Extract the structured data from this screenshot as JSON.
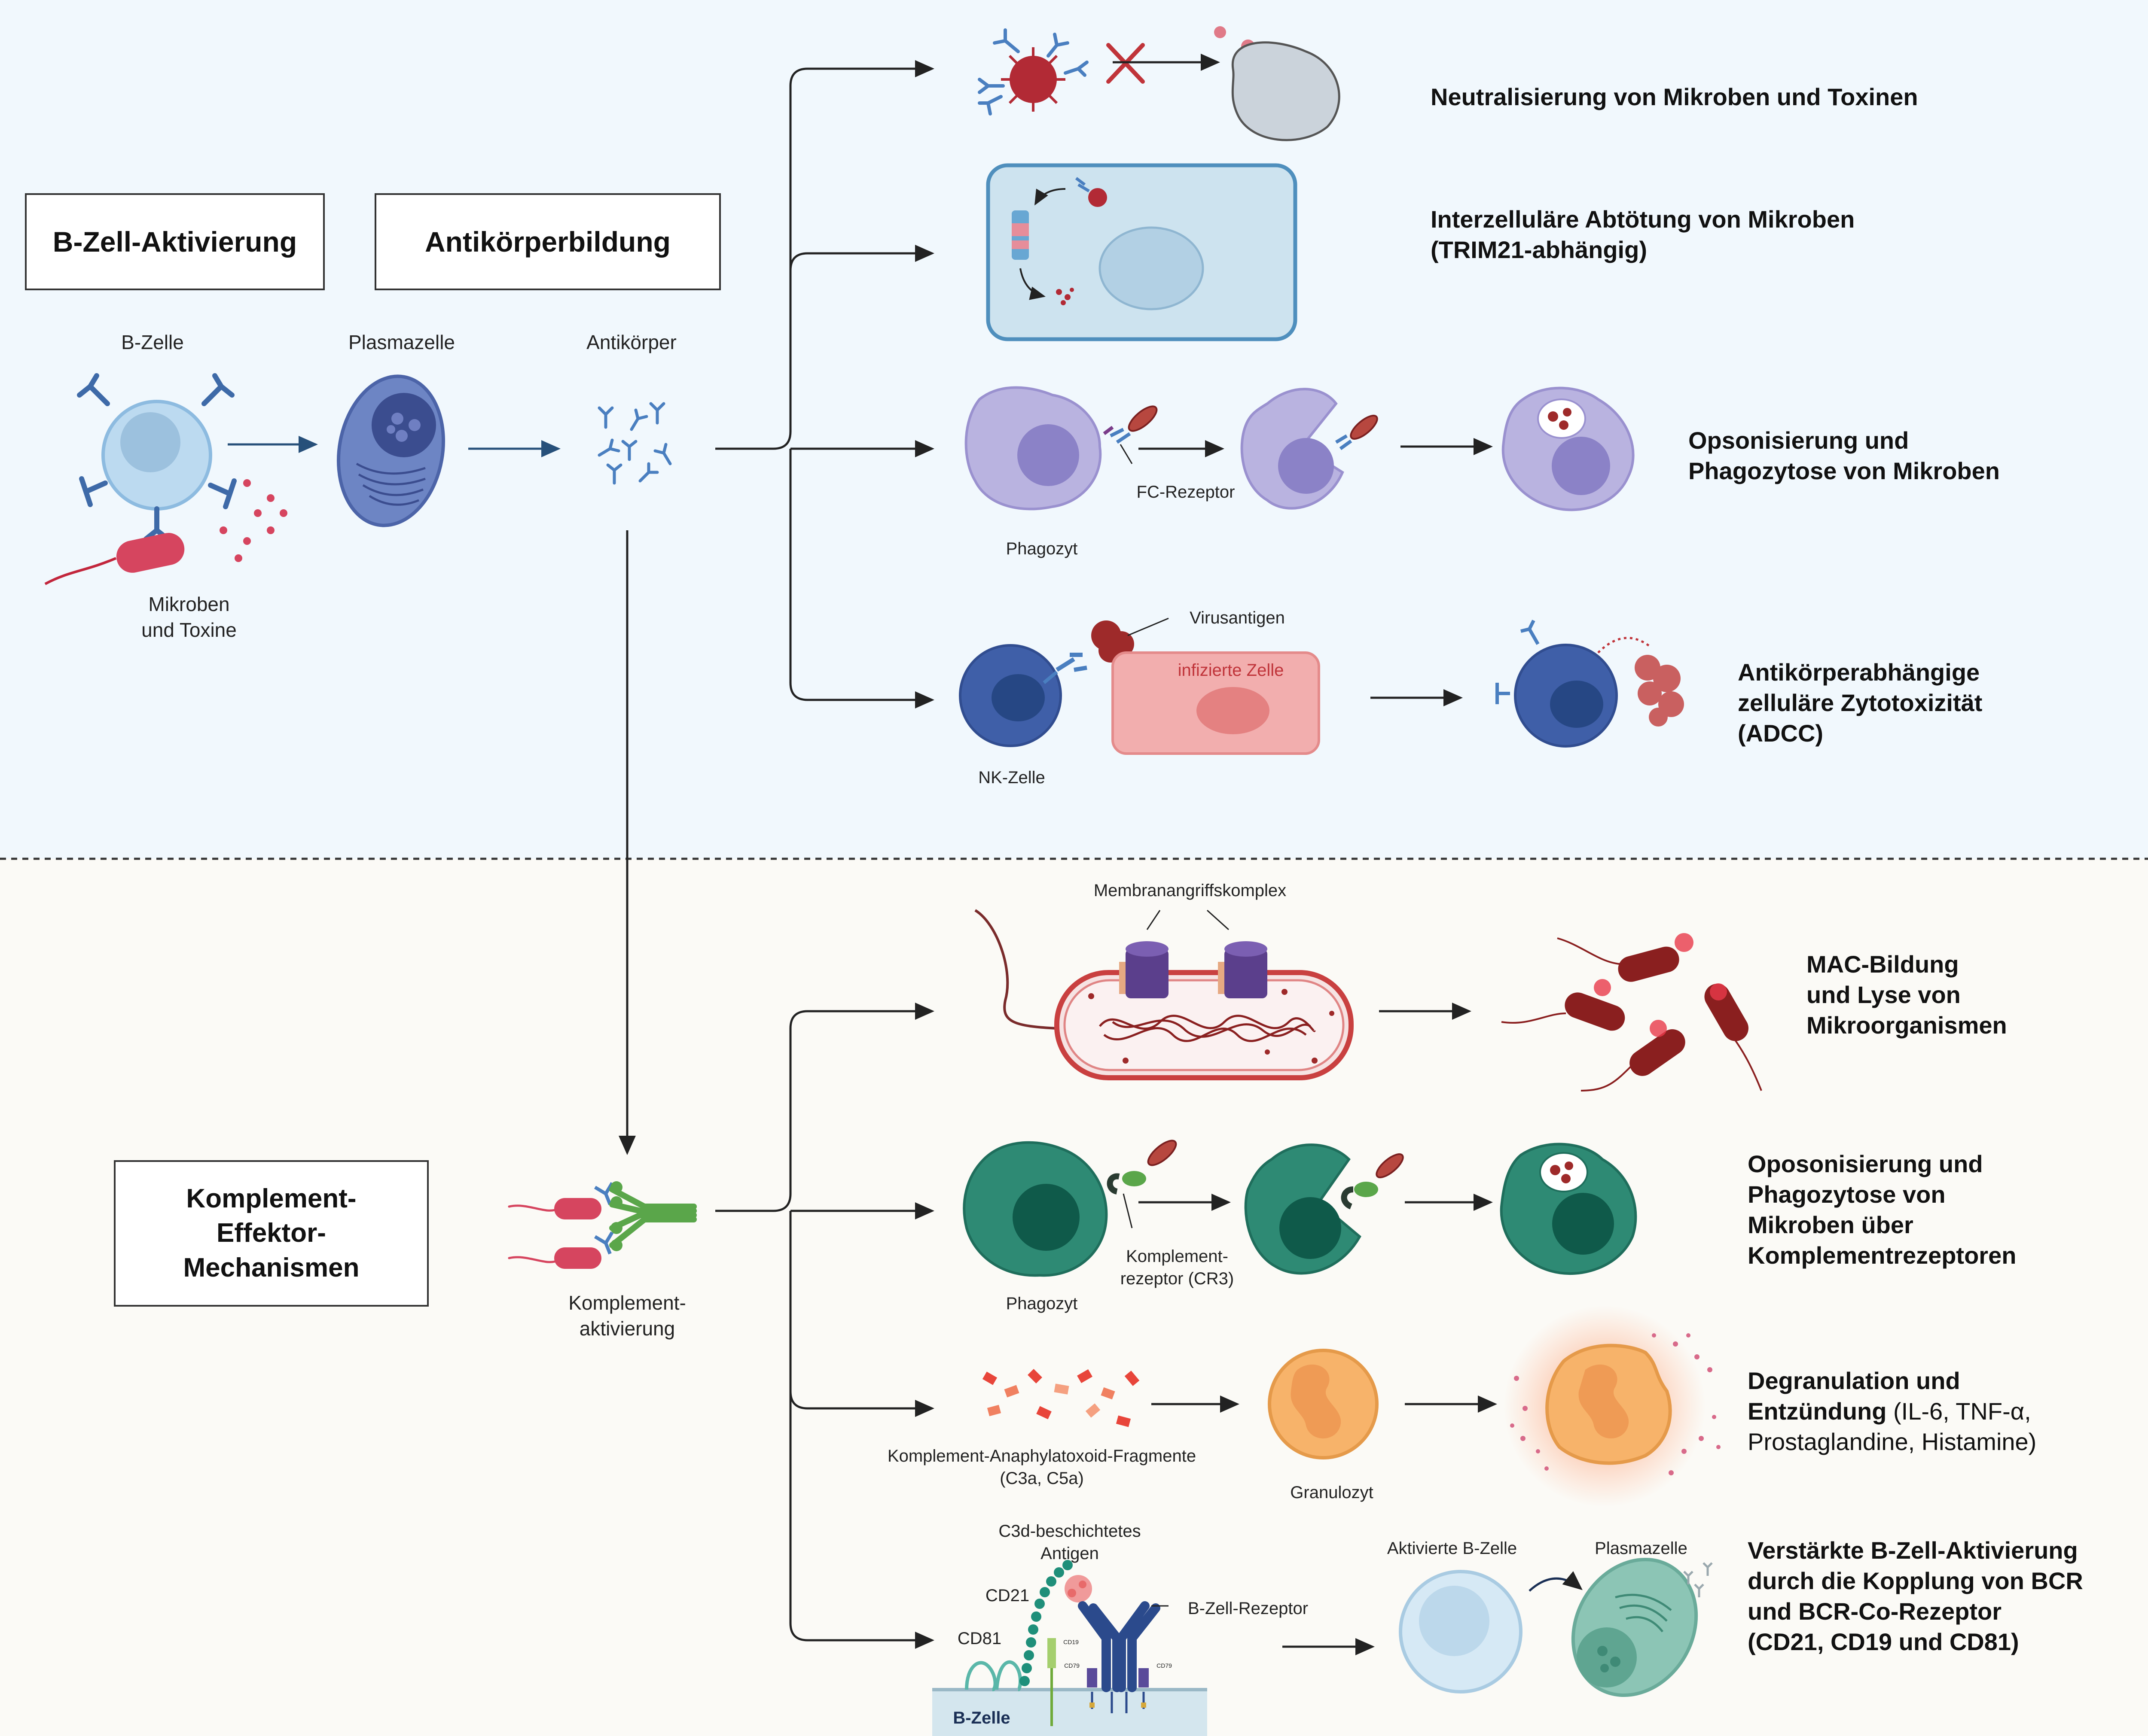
{
  "headers": {
    "b_cell_activation": "B-Zell-Aktivierung",
    "antibody_formation": "Antikörperbildung",
    "complement": [
      "Komplement-",
      "Effektor-",
      "Mechanismen"
    ]
  },
  "left_labels": {
    "b_cell": "B-Zelle",
    "plasma_cell": "Plasmazelle",
    "antibody": "Antikörper",
    "microbes": [
      "Mikroben",
      "und Toxine"
    ],
    "complement_activation": [
      "Komplement-",
      "aktivierung"
    ]
  },
  "top_section": {
    "neutralization": "Neutralisierung von Mikroben und Toxinen",
    "intracellular": [
      "Interzelluläre Abtötung von Mikroben",
      "(TRIM21-abhängig)"
    ],
    "opsonization": [
      "Opsonisierung und",
      "Phagozytose von Mikroben"
    ],
    "adcc": [
      "Antikörperabhängige",
      "zelluläre Zytotoxizität",
      "(ADCC)"
    ],
    "phagocyte_label": "Phagozyt",
    "fc_receptor_label": "FC-Rezeptor",
    "virus_antigen_label": "Virusantigen",
    "infected_cell_label": "infizierte Zelle",
    "nk_cell_label": "NK-Zelle"
  },
  "bottom_section": {
    "mac_complex_label": "Membranangriffskomplex",
    "mac_title": [
      "MAC-Bildung",
      "und Lyse von",
      "Mikroorganismen"
    ],
    "phago_title": [
      "Oposonisierung und",
      "Phagozytose von",
      "Mikroben über",
      "Komplementrezeptoren"
    ],
    "phagocyte_label": "Phagozyt",
    "complement_receptor_label": [
      "Komplement-",
      "rezeptor (CR3)"
    ],
    "degranulation_title_bold_1": "Degranulation und",
    "degranulation_title_bold_2": "Entzündung",
    "degranulation_title_normal_2": " (IL-6, TNF-α,",
    "degranulation_title_normal_3": "Prostaglandine, Histamine)",
    "anaphylatoxin_label": [
      "Komplement-Anaphylatoxoid-Fragmente",
      "(C3a, C5a)"
    ],
    "granulocyte_label": "Granulozyt",
    "c3d_label": [
      "C3d-beschichtetes",
      "Antigen"
    ],
    "cd21": "CD21",
    "cd81": "CD81",
    "cd19": "CD19",
    "cd79": "CD79",
    "bcr_label": "B-Zell-Rezeptor",
    "b_cell_membrane_label": "B-Zelle",
    "activated_b_cell_label": "Aktivierte B-Zelle",
    "plasma_cell_label": "Plasmazelle",
    "amplified_title": [
      "Verstärkte B-Zell-Aktivierung",
      "durch die Kopplung von BCR",
      "und BCR-Co-Rezeptor",
      "(CD21, CD19 und CD81)"
    ]
  },
  "colors": {
    "top_background": "#f1f8fd",
    "bottom_background": "#fbfaf6",
    "arrow": "#222222",
    "blue_arrow": "#27507a",
    "phagocyte_purple": "#b9b3e0",
    "phagocyte_green": "#2e8a74",
    "nk_blue": "#3f5fa8",
    "infected_red": "#f2aeae",
    "bacterium_red": "#9e2a2a",
    "granulocyte_orange": "#f7b36a"
  }
}
